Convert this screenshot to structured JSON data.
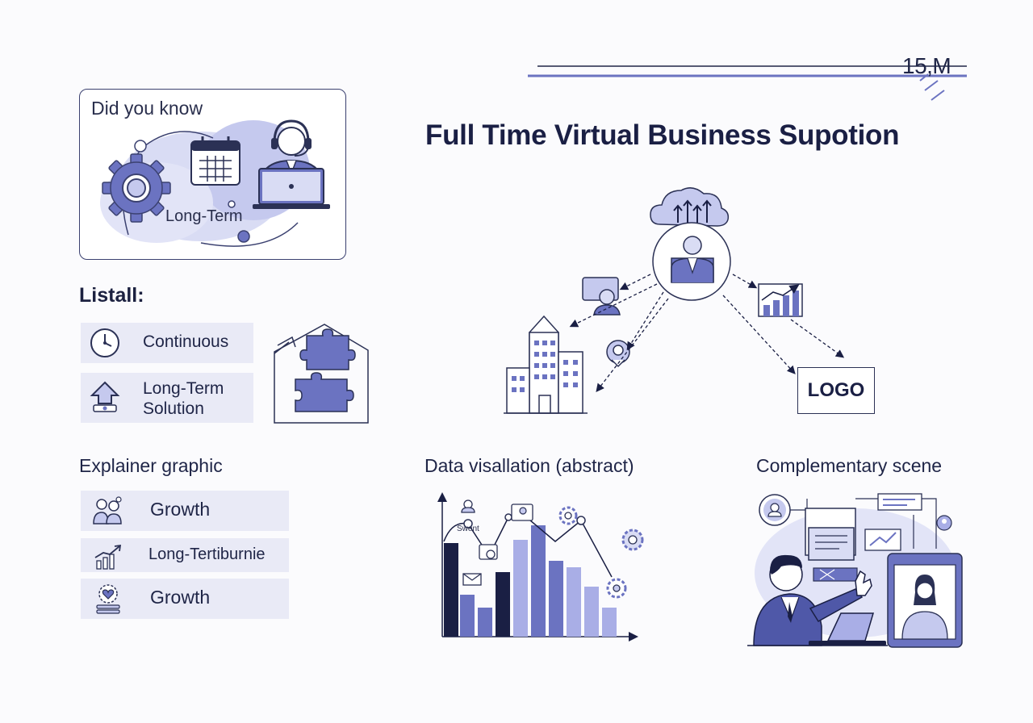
{
  "metric": {
    "value": "15,M"
  },
  "did_you_know": {
    "title": "Did you know",
    "label": "Long-Term"
  },
  "main_title": "Full Time Virtual Business Supotion",
  "listall": {
    "heading": "Listall:",
    "items": [
      {
        "label": "Continuous",
        "icon": "clock-icon"
      },
      {
        "label_line1": "Long-Term",
        "label_line2": "Solution",
        "icon": "upload-arrow-icon"
      }
    ]
  },
  "network": {
    "logo_text": "LOGO"
  },
  "explainer": {
    "heading": "Explainer graphic",
    "items": [
      {
        "label": "Growth",
        "icon": "team-icon"
      },
      {
        "label": "Long-Tertiburnie",
        "icon": "growth-chart-icon"
      },
      {
        "label": "Growth",
        "icon": "gear-heart-icon"
      }
    ]
  },
  "dataviz": {
    "heading": "Data visallation (abstract)",
    "sweet_label": "Swent"
  },
  "scene": {
    "heading": "Complementary scene"
  },
  "colors": {
    "accent": "#6b73c1",
    "accent_light": "#c9cdf0",
    "navy": "#1a1f44",
    "row_bg": "#e9eaf6"
  }
}
